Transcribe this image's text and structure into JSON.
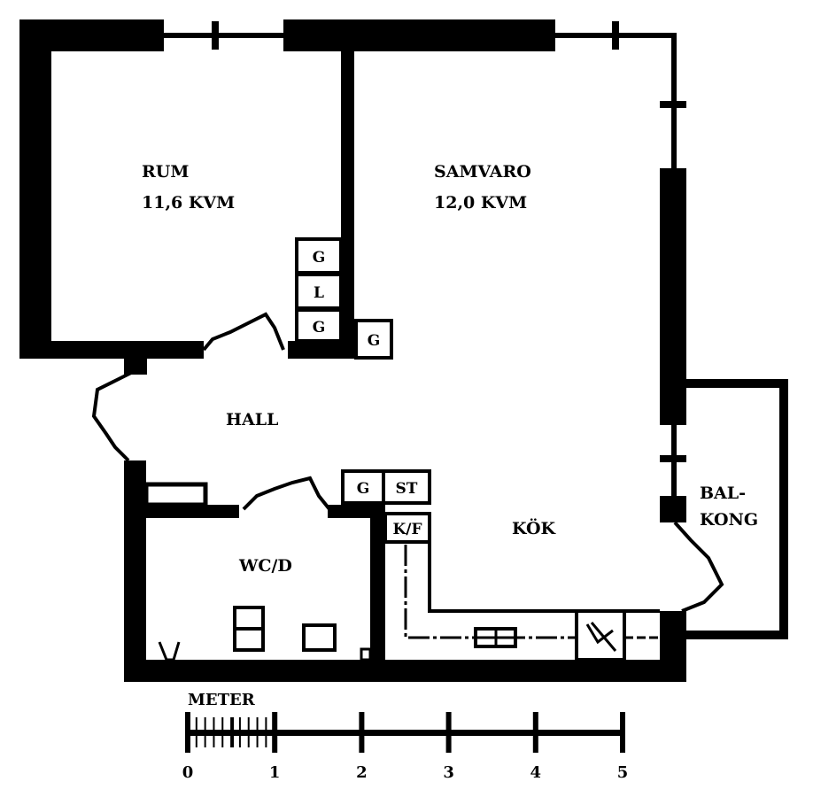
{
  "rooms": {
    "rum": {
      "name": "RUM",
      "area": "11,6 KVM"
    },
    "samvaro": {
      "name": "SAMVARO",
      "area": "12,0 KVM"
    },
    "hall": {
      "name": "HALL"
    },
    "kok": {
      "name": "KÖK"
    },
    "wc": {
      "name": "WC/D"
    },
    "balkong": {
      "line1": "BAL-",
      "line2": "KONG"
    }
  },
  "fixtures": {
    "g1": "G",
    "l": "L",
    "g2": "G",
    "g3": "G",
    "g4": "G",
    "st": "ST",
    "kf": "K/F"
  },
  "scale": {
    "title": "METER",
    "ticks": [
      "0",
      "1",
      "2",
      "3",
      "4",
      "5"
    ]
  }
}
